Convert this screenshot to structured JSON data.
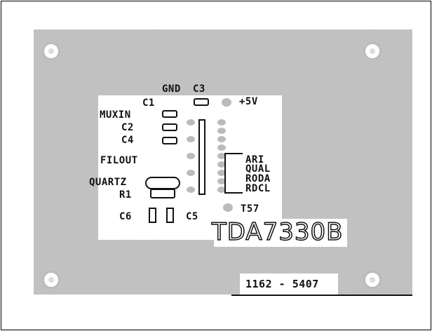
{
  "labels": {
    "gnd": "GND",
    "c3": "C3",
    "c1": "C1",
    "plus5v": "+5V",
    "muxin": "MUXIN",
    "c2": "C2",
    "c4": "C4",
    "filout": "FILOUT",
    "quartz": "QUARTZ",
    "r1": "R1",
    "c6": "C6",
    "c5": "C5",
    "ari": "ARI",
    "qual": "QUAL",
    "roda": "RODA",
    "rdcl": "RDCL",
    "t57": "T57"
  },
  "chip_name": "TDA7330B",
  "part_number": "1162 - 5407"
}
